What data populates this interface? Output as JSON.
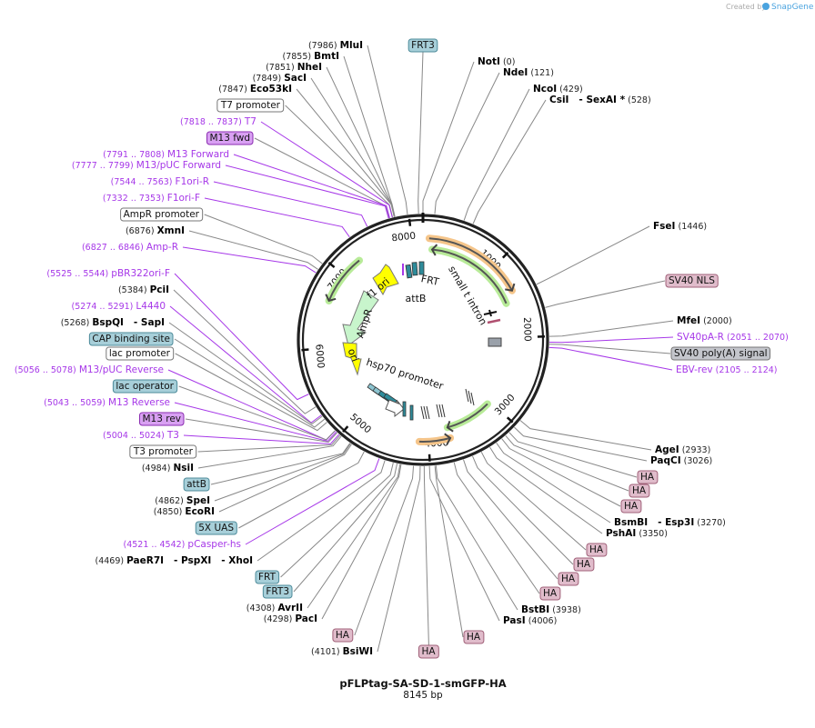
{
  "credit": {
    "text": "Created by",
    "brand": "SnapGene"
  },
  "plasmid": {
    "name": "pFLPtag-SA-SD-1-smGFP-HA",
    "length": "8145 bp",
    "total_bp": 8145
  },
  "colors": {
    "primer": "#a637e8",
    "teal_box": "#a7cfd9",
    "pink_box": "#e0bccb",
    "purple_box": "#d8a0f2",
    "grey_box": "#c4c6cc",
    "orange_arc": "#f5c58a",
    "green_arc": "#b8eb98",
    "ori_yellow": "#ffff00"
  },
  "ticks": [
    "1000",
    "2000",
    "3000",
    "4000",
    "5000",
    "6000",
    "7000",
    "8000"
  ],
  "inner_labels": {
    "frt": "FRT",
    "attb": "attB",
    "f1ori": "f1 ori",
    "ampr": "AmpR",
    "ori": "ori",
    "hsp70": "hsp70 promoter",
    "small_t": "small t intron"
  },
  "labels": [
    {
      "type": "enzyme",
      "name": "MluI",
      "pos": "(7986)"
    },
    {
      "type": "feature",
      "name": "FRT3",
      "style": "teal"
    },
    {
      "type": "enzyme",
      "name": "BmtI",
      "pos": "(7855)"
    },
    {
      "type": "enzyme",
      "name": "NheI",
      "pos": "(7851)"
    },
    {
      "type": "enzyme",
      "name": "SacI",
      "pos": "(7849)"
    },
    {
      "type": "enzyme",
      "name": "Eco53kI",
      "pos": "(7847)"
    },
    {
      "type": "feature",
      "name": "T7 promoter",
      "style": "white"
    },
    {
      "type": "primer",
      "name": "T7",
      "pos": "(7818 .. 7837)"
    },
    {
      "type": "feature",
      "name": "M13 fwd",
      "style": "purple"
    },
    {
      "type": "primer",
      "name": "M13 Forward",
      "pos": "(7791 .. 7808)"
    },
    {
      "type": "primer",
      "name": "M13/pUC Forward",
      "pos": "(7777 .. 7799)"
    },
    {
      "type": "primer",
      "name": "F1ori-R",
      "pos": "(7544 .. 7563)"
    },
    {
      "type": "primer",
      "name": "F1ori-F",
      "pos": "(7332 .. 7353)"
    },
    {
      "type": "feature",
      "name": "AmpR promoter",
      "style": "white"
    },
    {
      "type": "enzyme",
      "name": "XmnI",
      "pos": "(6876)"
    },
    {
      "type": "primer",
      "name": "Amp-R",
      "pos": "(6827 .. 6846)"
    },
    {
      "type": "primer",
      "name": "pBR322ori-F",
      "pos": "(5525 .. 5544)"
    },
    {
      "type": "enzyme",
      "name": "PciI",
      "pos": "(5384)"
    },
    {
      "type": "primer",
      "name": "L4440",
      "pos": "(5274 .. 5291)"
    },
    {
      "type": "enzyme",
      "name": "BspQI   - SapI",
      "pos": "(5268)"
    },
    {
      "type": "feature",
      "name": "CAP binding site",
      "style": "teal"
    },
    {
      "type": "feature",
      "name": "lac promoter",
      "style": "white"
    },
    {
      "type": "primer",
      "name": "M13/pUC Reverse",
      "pos": "(5056 .. 5078)"
    },
    {
      "type": "feature",
      "name": "lac operator",
      "style": "teal"
    },
    {
      "type": "primer",
      "name": "M13 Reverse",
      "pos": "(5043 .. 5059)"
    },
    {
      "type": "feature",
      "name": "M13 rev",
      "style": "purple"
    },
    {
      "type": "primer",
      "name": "T3",
      "pos": "(5004 .. 5024)"
    },
    {
      "type": "feature",
      "name": "T3 promoter",
      "style": "white"
    },
    {
      "type": "enzyme",
      "name": "NsiI",
      "pos": "(4984)"
    },
    {
      "type": "feature",
      "name": "attB",
      "style": "teal"
    },
    {
      "type": "enzyme",
      "name": "SpeI",
      "pos": "(4862)"
    },
    {
      "type": "enzyme",
      "name": "EcoRI",
      "pos": "(4850)"
    },
    {
      "type": "feature",
      "name": "5X UAS",
      "style": "teal"
    },
    {
      "type": "primer",
      "name": "pCasper-hs",
      "pos": "(4521 .. 4542)"
    },
    {
      "type": "enzyme",
      "name": "PaeR7I   - PspXI   - XhoI",
      "pos": "(4469)"
    },
    {
      "type": "feature",
      "name": "FRT",
      "style": "teal"
    },
    {
      "type": "feature",
      "name": "FRT3",
      "style": "teal"
    },
    {
      "type": "enzyme",
      "name": "AvrII",
      "pos": "(4308)"
    },
    {
      "type": "enzyme",
      "name": "PacI",
      "pos": "(4298)"
    },
    {
      "type": "feature",
      "name": "HA",
      "style": "pink"
    },
    {
      "type": "enzyme",
      "name": "BsiWI",
      "pos": "(4101)"
    },
    {
      "type": "feature",
      "name": "HA",
      "style": "pink"
    },
    {
      "type": "enzyme",
      "name": "NotI",
      "pos": "(0)"
    },
    {
      "type": "enzyme",
      "name": "NdeI",
      "pos": "(121)"
    },
    {
      "type": "enzyme",
      "name": "NcoI",
      "pos": "(429)"
    },
    {
      "type": "enzyme",
      "name": "CsiI   - SexAI *",
      "pos": "(528)"
    },
    {
      "type": "enzyme",
      "name": "FseI",
      "pos": "(1446)"
    },
    {
      "type": "feature",
      "name": "SV40 NLS",
      "style": "pink"
    },
    {
      "type": "enzyme",
      "name": "MfeI",
      "pos": "(2000)"
    },
    {
      "type": "primer",
      "name": "SV40pA-R",
      "pos": "(2051 .. 2070)"
    },
    {
      "type": "feature",
      "name": "SV40 poly(A) signal",
      "style": "grey"
    },
    {
      "type": "primer",
      "name": "EBV-rev",
      "pos": "(2105 .. 2124)"
    },
    {
      "type": "enzyme",
      "name": "AgeI",
      "pos": "(2933)"
    },
    {
      "type": "enzyme",
      "name": "PaqCI",
      "pos": "(3026)"
    },
    {
      "type": "feature",
      "name": "HA",
      "style": "pink"
    },
    {
      "type": "feature",
      "name": "HA",
      "style": "pink"
    },
    {
      "type": "feature",
      "name": "HA",
      "style": "pink"
    },
    {
      "type": "enzyme",
      "name": "BsmBI   - Esp3I",
      "pos": "(3270)"
    },
    {
      "type": "enzyme",
      "name": "PshAI",
      "pos": "(3350)"
    },
    {
      "type": "feature",
      "name": "HA",
      "style": "pink"
    },
    {
      "type": "feature",
      "name": "HA",
      "style": "pink"
    },
    {
      "type": "feature",
      "name": "HA",
      "style": "pink"
    },
    {
      "type": "feature",
      "name": "HA",
      "style": "pink"
    },
    {
      "type": "enzyme",
      "name": "BstBI",
      "pos": "(3938)"
    },
    {
      "type": "enzyme",
      "name": "PasI",
      "pos": "(4006)"
    },
    {
      "type": "feature",
      "name": "HA",
      "style": "pink"
    }
  ]
}
